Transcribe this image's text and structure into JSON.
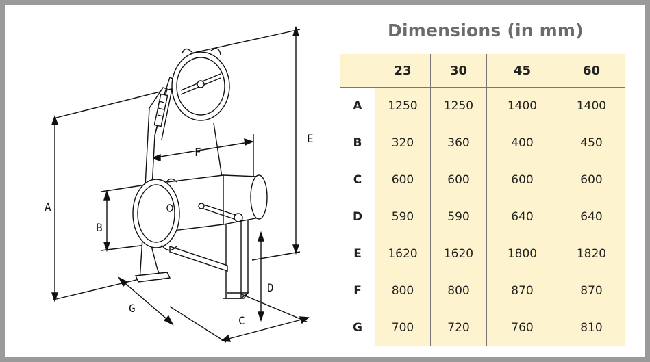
{
  "title": "Dimensions (in mm)",
  "columns": [
    "23",
    "30",
    "45",
    "60"
  ],
  "rows": [
    {
      "label": "A",
      "values": [
        "1250",
        "1250",
        "1400",
        "1400"
      ]
    },
    {
      "label": "B",
      "values": [
        "320",
        "360",
        "400",
        "450"
      ]
    },
    {
      "label": "C",
      "values": [
        "600",
        "600",
        "600",
        "600"
      ]
    },
    {
      "label": "D",
      "values": [
        "590",
        "590",
        "640",
        "640"
      ]
    },
    {
      "label": "E",
      "values": [
        "1620",
        "1620",
        "1800",
        "1820"
      ]
    },
    {
      "label": "F",
      "values": [
        "800",
        "800",
        "870",
        "870"
      ]
    },
    {
      "label": "G",
      "values": [
        "700",
        "720",
        "760",
        "810"
      ]
    }
  ],
  "drawing_labels": {
    "A": "A",
    "B": "B",
    "C": "C",
    "D": "D",
    "E": "E",
    "F": "F",
    "G": "G"
  },
  "colors": {
    "frame": "#9a9a9a",
    "table_bg": "#fdf3cf",
    "title": "#6b6b6b"
  }
}
